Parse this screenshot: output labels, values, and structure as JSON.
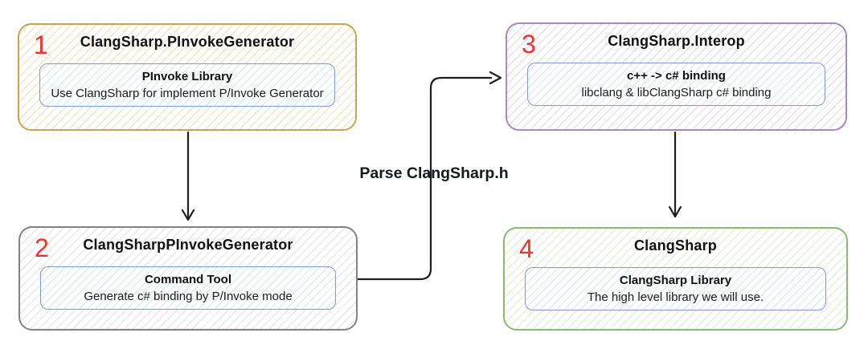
{
  "diagram": {
    "background_color": "#ffffff",
    "number_color": "#ee342a",
    "arrow_color": "#1e1e1e",
    "inner_border_color": "#7e9bd1",
    "inner_hatch_color": "#e2eaf7",
    "arrow_label": "Parse ClangSharp.h",
    "nodes": [
      {
        "number": "1",
        "title": "ClangSharp.PInvokeGenerator",
        "inner_title": "PInvoke Library",
        "inner_desc": "Use ClangSharp for implement P/Invoke Generator",
        "border_color": "#c8a64f",
        "hatch_color": "#f2e6c4"
      },
      {
        "number": "2",
        "title": "ClangSharpPInvokeGenerator",
        "inner_title": "Command Tool",
        "inner_desc": "Generate c# binding by P/Invoke mode",
        "border_color": "#828282",
        "hatch_color": "#e8e8e8"
      },
      {
        "number": "3",
        "title": "ClangSharp.Interop",
        "inner_title": "c++ -> c# binding",
        "inner_desc": "libclang & libClangSharp c# binding",
        "border_color": "#a58bc4",
        "hatch_color": "#e7e0f1"
      },
      {
        "number": "4",
        "title": "ClangSharp",
        "inner_title": "ClangSharp Library",
        "inner_desc": "The high level library we will use.",
        "border_color": "#8aba73",
        "hatch_color": "#e4efdc"
      }
    ],
    "arrows": [
      {
        "name": "arrow-pinvokegenerator-to-commandtool",
        "from": "1",
        "to": "2"
      },
      {
        "name": "arrow-commandtool-to-interop",
        "from": "2",
        "to": "3",
        "label": "Parse ClangSharp.h"
      },
      {
        "name": "arrow-interop-to-clangsharp",
        "from": "3",
        "to": "4"
      }
    ]
  }
}
